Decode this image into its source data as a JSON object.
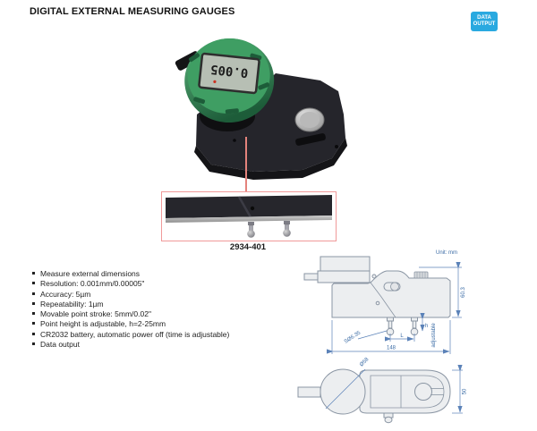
{
  "page": {
    "title": "DIGITAL EXTERNAL MEASURING GAUGES",
    "badge": {
      "line1": "DATA",
      "line2": "OUTPUT"
    }
  },
  "product": {
    "model": "2934-401",
    "display_value": "0.005"
  },
  "features": {
    "items": [
      "Measure external dimensions",
      "Resolution: 0.001mm/0.00005\"",
      "Accuracy: 5µm",
      "Repeatability: 1µm",
      "Movable point stroke: 5mm/0.02\"",
      "Point height is adjustable, h=2-25mm",
      "CR2032 battery, automatic power off (time is adjustable)",
      "Data output"
    ]
  },
  "drawing": {
    "unit_label": "Unit: mm",
    "dim_height": "60.3",
    "dim_length": "148",
    "dim_width": "50",
    "point_sphere": "SØ6.35",
    "point_distance_label": "L",
    "point_height_label": "h",
    "adjustable_label": "adjustable",
    "indicator_diameter": "Ø58"
  },
  "colors": {
    "badge_blue": "#29a9e0",
    "callout_red": "#e4837c",
    "dimension_blue": "#3a6ba5",
    "indicator_green": "#3f9e63"
  }
}
